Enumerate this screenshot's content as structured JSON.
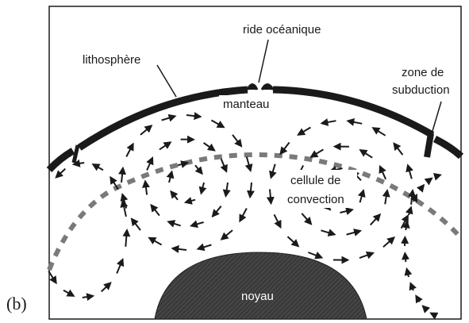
{
  "figure": {
    "panel_label": "(b)",
    "labels": {
      "ridge": "ride océanique",
      "lithosphere": "lithosphère",
      "subduction_line1": "zone de",
      "subduction_line2": "subduction",
      "mantle": "manteau",
      "cell_line1": "cellule de",
      "cell_line2": "convection",
      "core": "noyau"
    },
    "colors": {
      "ink": "#1a1a1a",
      "core_fill": "#333333",
      "background": "#ffffff",
      "dashed_boundary": "#7a7a7a"
    }
  }
}
